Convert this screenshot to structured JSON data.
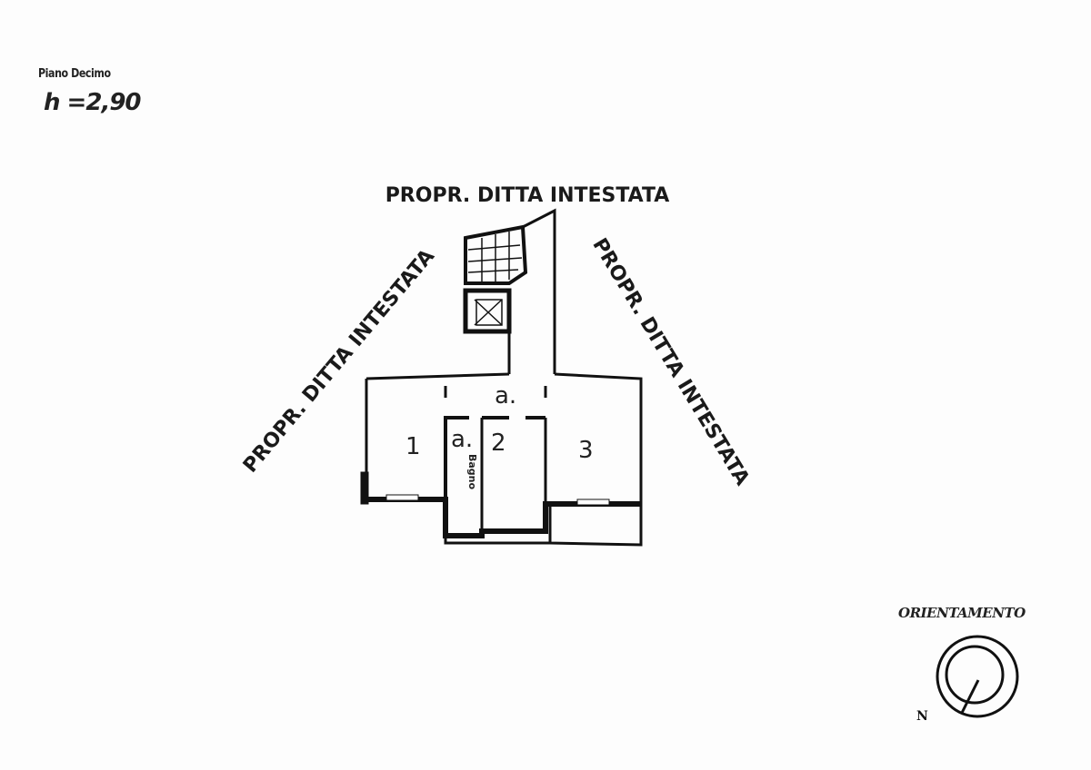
{
  "header": {
    "floor": "Piano Decimo",
    "height": "h =2,90"
  },
  "neighbors": {
    "top": "PROPR. DITTA INTESTATA",
    "left": "PROPR. DITTA INTESTATA",
    "right": "PROPR. DITTA INTESTATA"
  },
  "rooms": {
    "room1": "1",
    "room2": "2",
    "room3": "3",
    "corridor": "a.",
    "bath_prefix": "a.",
    "bath": "Bagno"
  },
  "orientation": {
    "title": "ORIENTAMENTO",
    "north": "N"
  }
}
